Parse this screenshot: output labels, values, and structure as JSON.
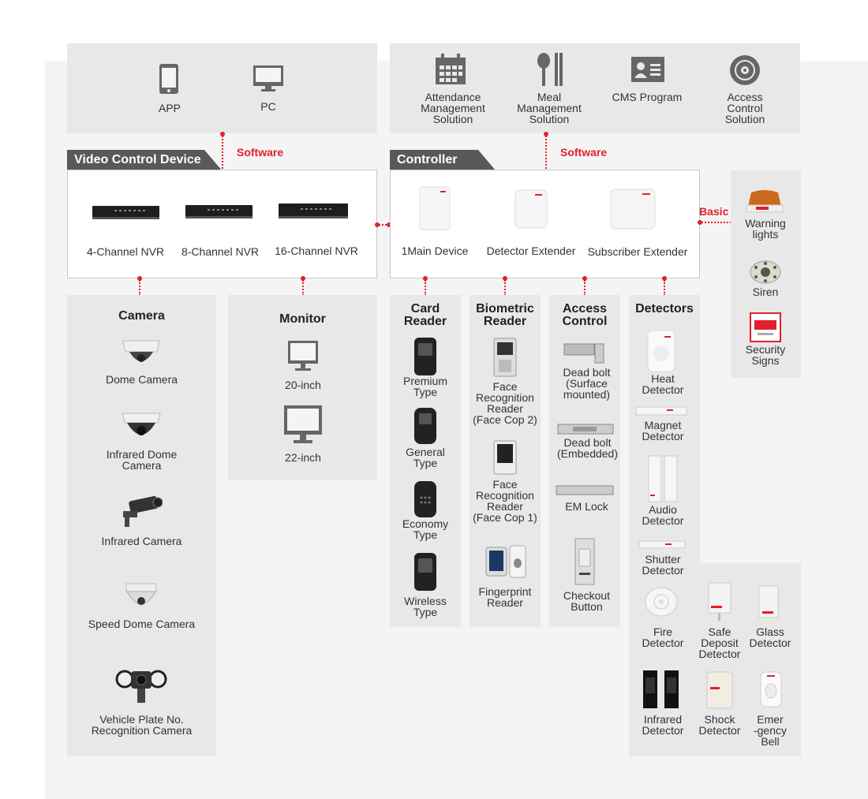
{
  "top_left": {
    "items": [
      {
        "label": "APP",
        "icon": "smartphone-icon"
      },
      {
        "label": "PC",
        "icon": "monitor-icon"
      }
    ]
  },
  "top_right": {
    "items": [
      {
        "label": "Attendance\nManagement\nSolution",
        "icon": "calendar-icon"
      },
      {
        "label": "Meal\nManagement\nSolution",
        "icon": "utensils-icon"
      },
      {
        "label": "CMS Program",
        "icon": "id-card-icon"
      },
      {
        "label": "Access\nControl\nSolution",
        "icon": "disc-icon"
      }
    ]
  },
  "links": {
    "software_left": "Software",
    "software_right": "Software",
    "basic": "Basic"
  },
  "video_control": {
    "title": "Video Control Device",
    "items": [
      "4-Channel NVR",
      "8-Channel NVR",
      "16-Channel NVR"
    ]
  },
  "controller": {
    "title": "Controller",
    "items": [
      "1Main Device",
      "Detector Extender",
      "Subscriber Extender"
    ]
  },
  "basic": {
    "items": [
      "Warning\nlights",
      "Siren",
      "Security\nSigns"
    ]
  },
  "camera": {
    "title": "Camera",
    "items": [
      "Dome Camera",
      "Infrared Dome\nCamera",
      "Infrared Camera",
      "Speed Dome Camera",
      "Vehicle Plate No.\nRecognition Camera"
    ]
  },
  "monitor": {
    "title": "Monitor",
    "items": [
      "20-inch",
      "22-inch"
    ]
  },
  "card_reader": {
    "title": "Card\nReader",
    "items": [
      "Premium\nType",
      "General\nType",
      "Economy\nType",
      "Wireless\nType"
    ]
  },
  "biometric": {
    "title": "Biometric\nReader",
    "items": [
      "Face\nRecognition\nReader\n(Face Cop 2)",
      "Face\nRecognition\nReader\n(Face Cop 1)",
      "Fingerprint\nReader"
    ]
  },
  "access": {
    "title": "Access\nControl",
    "items": [
      "Dead bolt\n(Surface\nmounted)",
      "Dead bolt\n(Embedded)",
      "EM Lock",
      "Checkout\nButton"
    ]
  },
  "detectors": {
    "title": "Detectors",
    "items": [
      "Heat\nDetector",
      "Magnet\nDetector",
      "Audio\nDetector",
      "Shutter\nDetector",
      "Fire\nDetector",
      "Safe\nDeposit\nDetector",
      "Glass\nDetector",
      "Infrared\nDetector",
      "Shock\nDetector",
      "Emer\n-gency\nBell"
    ]
  },
  "colors": {
    "accent": "#e1202b",
    "panel": "#e8e8e9",
    "tab": "#595959"
  }
}
